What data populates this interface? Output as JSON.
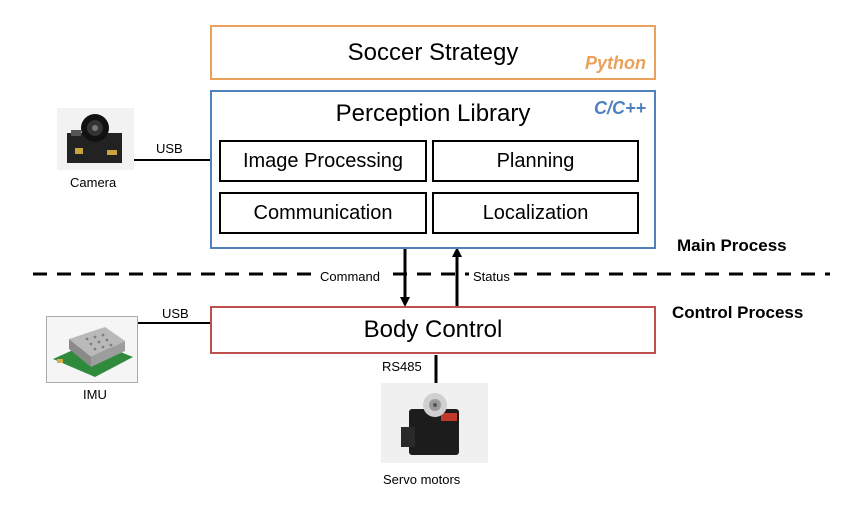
{
  "strategy": {
    "title": "Soccer Strategy",
    "lang": "Python"
  },
  "perception": {
    "title": "Perception Library",
    "lang": "C/C++",
    "modules": [
      "Image Processing",
      "Planning",
      "Communication",
      "Localization"
    ]
  },
  "body_control": {
    "title": "Body Control"
  },
  "processes": {
    "main": "Main Process",
    "control": "Control Process"
  },
  "links": {
    "command": "Command",
    "status": "Status",
    "usb_camera": "USB",
    "usb_imu": "USB",
    "rs485": "RS485"
  },
  "devices": {
    "camera": "Camera",
    "imu": "IMU",
    "servo": "Servo motors"
  },
  "colors": {
    "strategy_border": "#e9a15b",
    "perception_border": "#4f81bd",
    "body_border": "#c0504d",
    "python_text": "#e9a15b",
    "cpp_text": "#4f81bd"
  }
}
